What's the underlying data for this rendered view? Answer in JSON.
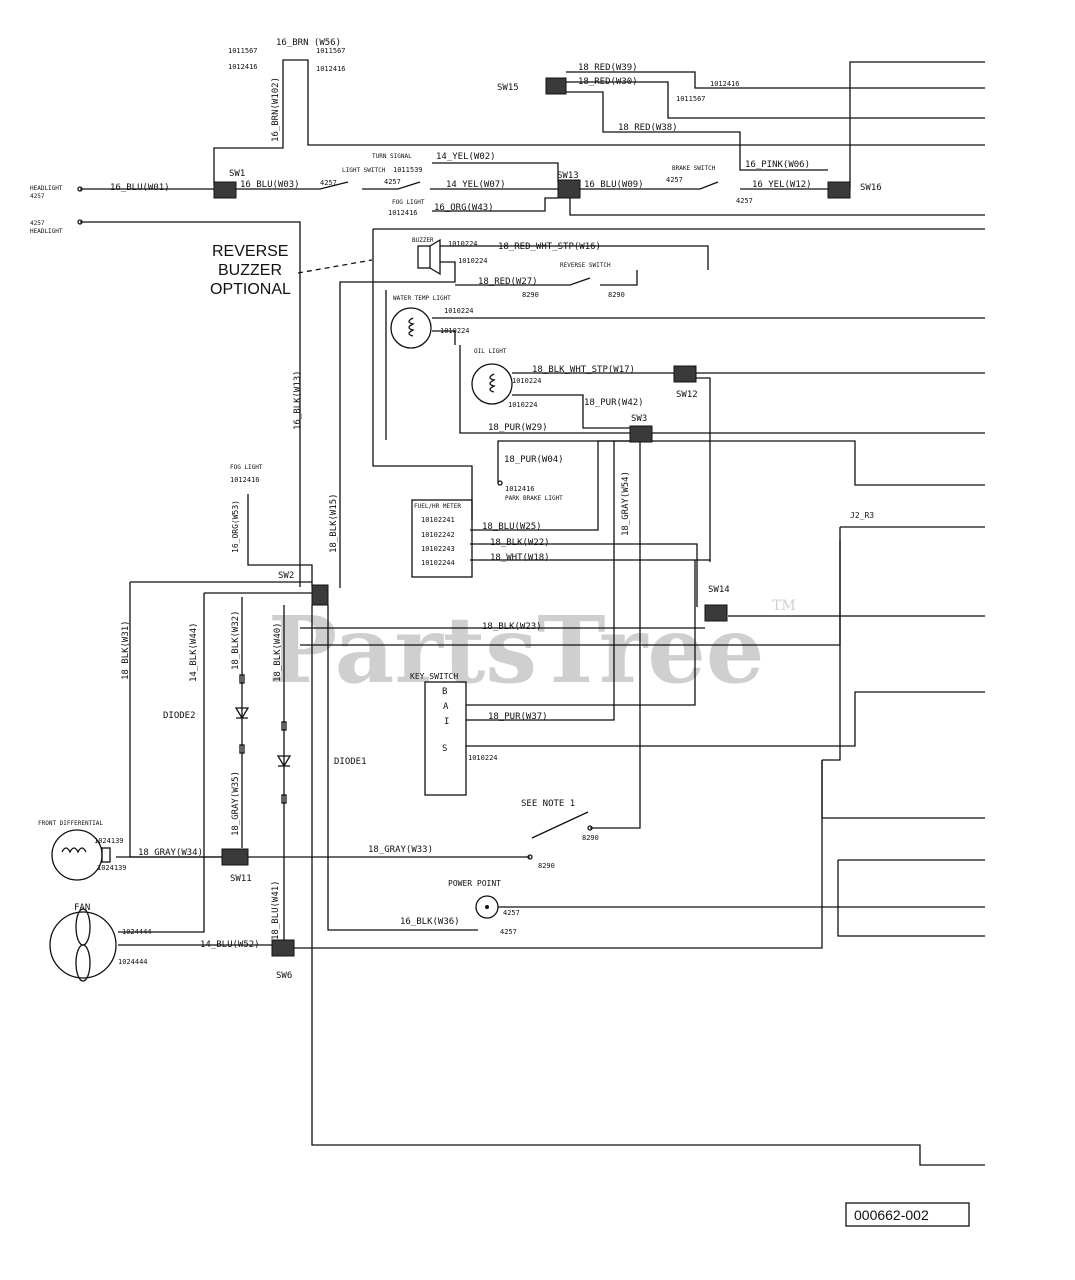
{
  "diagram_id": "000662-002",
  "watermark": "PartsTree",
  "watermark_tm": "TM",
  "wires": {
    "w56": "16_BRN (W56)",
    "w102": "16_BRN(W102)",
    "w01": "16_BLU(W01)",
    "w03": "16_BLU(W03)",
    "w02": "14_YEL(W02)",
    "w07": "14_YEL(W07)",
    "w43": "16_ORG(W43)",
    "w09": "16_BLU(W09)",
    "w12": "16_YEL(W12)",
    "w39": "18_RED(W39)",
    "w30": "18_RED(W30)",
    "w38": "18_RED(W38)",
    "w06": "16_PINK(W06)",
    "w16": "18_RED_WHT_STP(W16)",
    "w27": "18_RED(W27)",
    "w13": "16_BLK(W13)",
    "w17": "18_BLK_WHT_STP(W17)",
    "w42": "18_PUR(W42)",
    "w29": "18_PUR(W29)",
    "w04": "18_PUR(W04)",
    "w54": "18_GRAY(W54)",
    "w15": "18_BLK(W15)",
    "w53": "16_ORG(W53)",
    "w25": "18_BLU(W25)",
    "w22": "18_BLK(W22)",
    "w18": "18_WHT(W18)",
    "w23": "18_BLK(W23)",
    "w31": "18_BLK(W31)",
    "w44": "14_BLK(W44)",
    "w32": "18_BLK(W32)",
    "w40": "18_BLK(W40)",
    "w37": "18_PUR(W37)",
    "w35": "18_GRAY(W35)",
    "w34": "18_GRAY(W34)",
    "w33": "18_GRAY(W33)",
    "w36": "16_BLK(W36)",
    "w41": "18_BLU(W41)",
    "w52": "14_BLU(W52)"
  },
  "switches": {
    "sw1": "SW1",
    "sw2": "SW2",
    "sw3": "SW3",
    "sw6": "SW6",
    "sw11": "SW11",
    "sw12": "SW12",
    "sw13": "SW13",
    "sw14": "SW14",
    "sw15": "SW15",
    "sw16": "SW16"
  },
  "components": {
    "headlight_1": "HEADLIGHT",
    "headlight_2": "HEADLIGHT",
    "turn_signal": "TURN SIGNAL",
    "light_switch": "LIGHT SWITCH",
    "fog_light": "FOG LIGHT",
    "fog_light_2": "FOG LIGHT",
    "brake_switch": "BRAKE SWITCH",
    "buzzer": "BUZZER",
    "reverse_switch": "REVERSE SWITCH",
    "water_temp_light": "WATER TEMP LIGHT",
    "oil_light": "OIL LIGHT",
    "park_brake_light": "PARK BRAKE LIGHT",
    "fuel_hour_meter": "FUEL/HR METER",
    "key_switch": "KEY SWITCH",
    "key_b": "B",
    "key_a": "A",
    "key_i": "I",
    "key_s": "S",
    "diode1": "DIODE1",
    "diode2": "DIODE2",
    "see_note": "SEE NOTE 1",
    "front_differential": "FRONT DIFFERENTIAL",
    "fan": "FAN",
    "power_point": "POWER POINT",
    "j2r3": "J2_R3"
  },
  "callout": {
    "line1": "REVERSE",
    "line2": "BUZZER",
    "line3": "OPTIONAL"
  },
  "part_numbers": {
    "p1011567": "1011567",
    "p1012416": "1012416",
    "p4257": "4257",
    "p1011539": "1011539",
    "p1010224": "1010224",
    "p8290": "8290",
    "p10102241": "10102241",
    "p10102242": "10102242",
    "p10102243": "10102243",
    "p10102244": "10102244",
    "p1024139": "1024139",
    "p1024444": "1024444"
  }
}
